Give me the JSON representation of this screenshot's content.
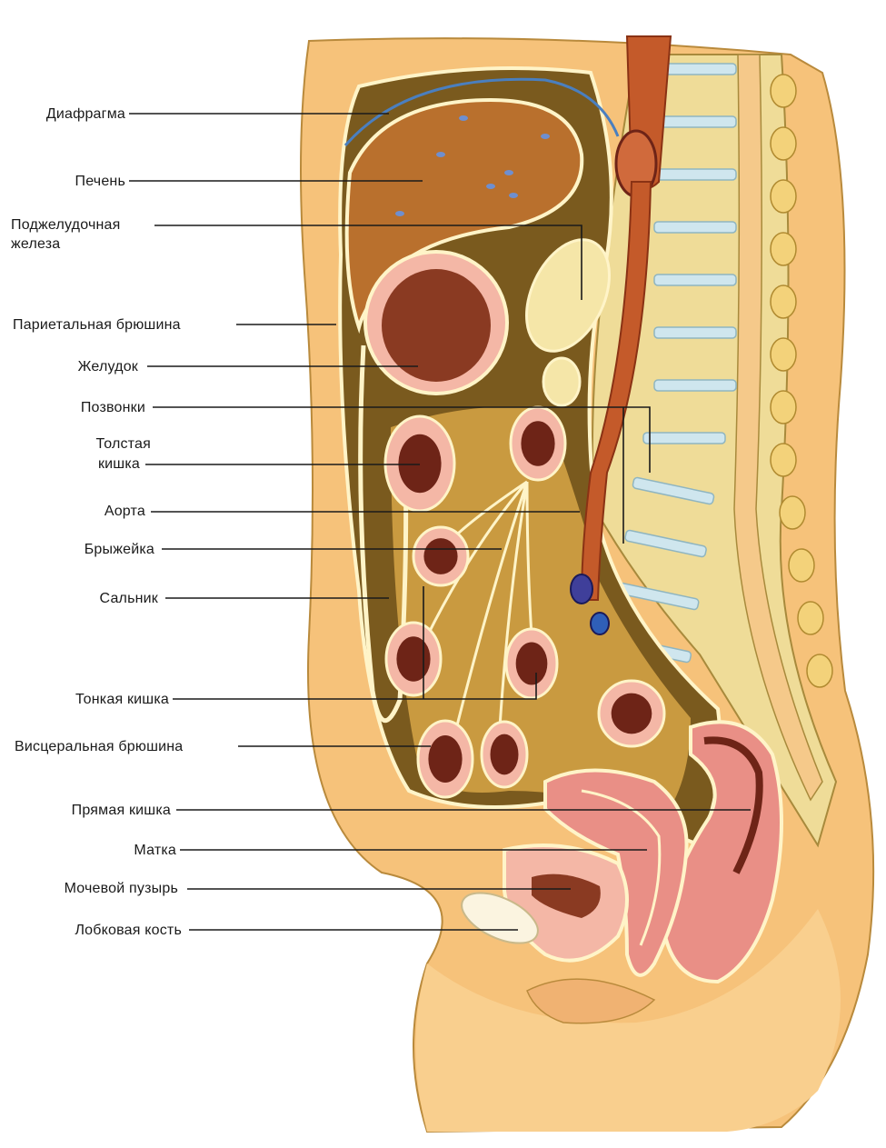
{
  "labels": {
    "diaphragm": "Диафрагма",
    "liver": "Печень",
    "pancreas_1": "Поджелудочная",
    "pancreas_2": "железа",
    "parietal_peritoneum": "Париетальная брюшина",
    "stomach": "Желудок",
    "vertebrae": "Позвонки",
    "colon_1": "Толстая",
    "colon_2": "кишка",
    "aorta": "Аорта",
    "mesentery": "Брыжейка",
    "omentum": "Сальник",
    "small_intestine": "Тонкая кишка",
    "visceral_peritoneum": "Висцеральная брюшина",
    "rectum": "Прямая кишка",
    "uterus": "Матка",
    "bladder": "Мочевой пузырь",
    "pubic_bone": "Лобковая кость"
  },
  "colors": {
    "skin": "#f6c27a",
    "skin_light": "#fde2ab",
    "cavity": "#7a5a1e",
    "cavity_light": "#c99a40",
    "liver": "#b9702d",
    "organ_pink": "#e98f86",
    "organ_wall": "#f4b7a6",
    "lumen": "#6e2417",
    "aorta": "#c45a2a",
    "bone": "#efdc98",
    "disc": "#cfe6ee",
    "peritoneum": "#fff4c8",
    "line": "#1a1a1a"
  }
}
